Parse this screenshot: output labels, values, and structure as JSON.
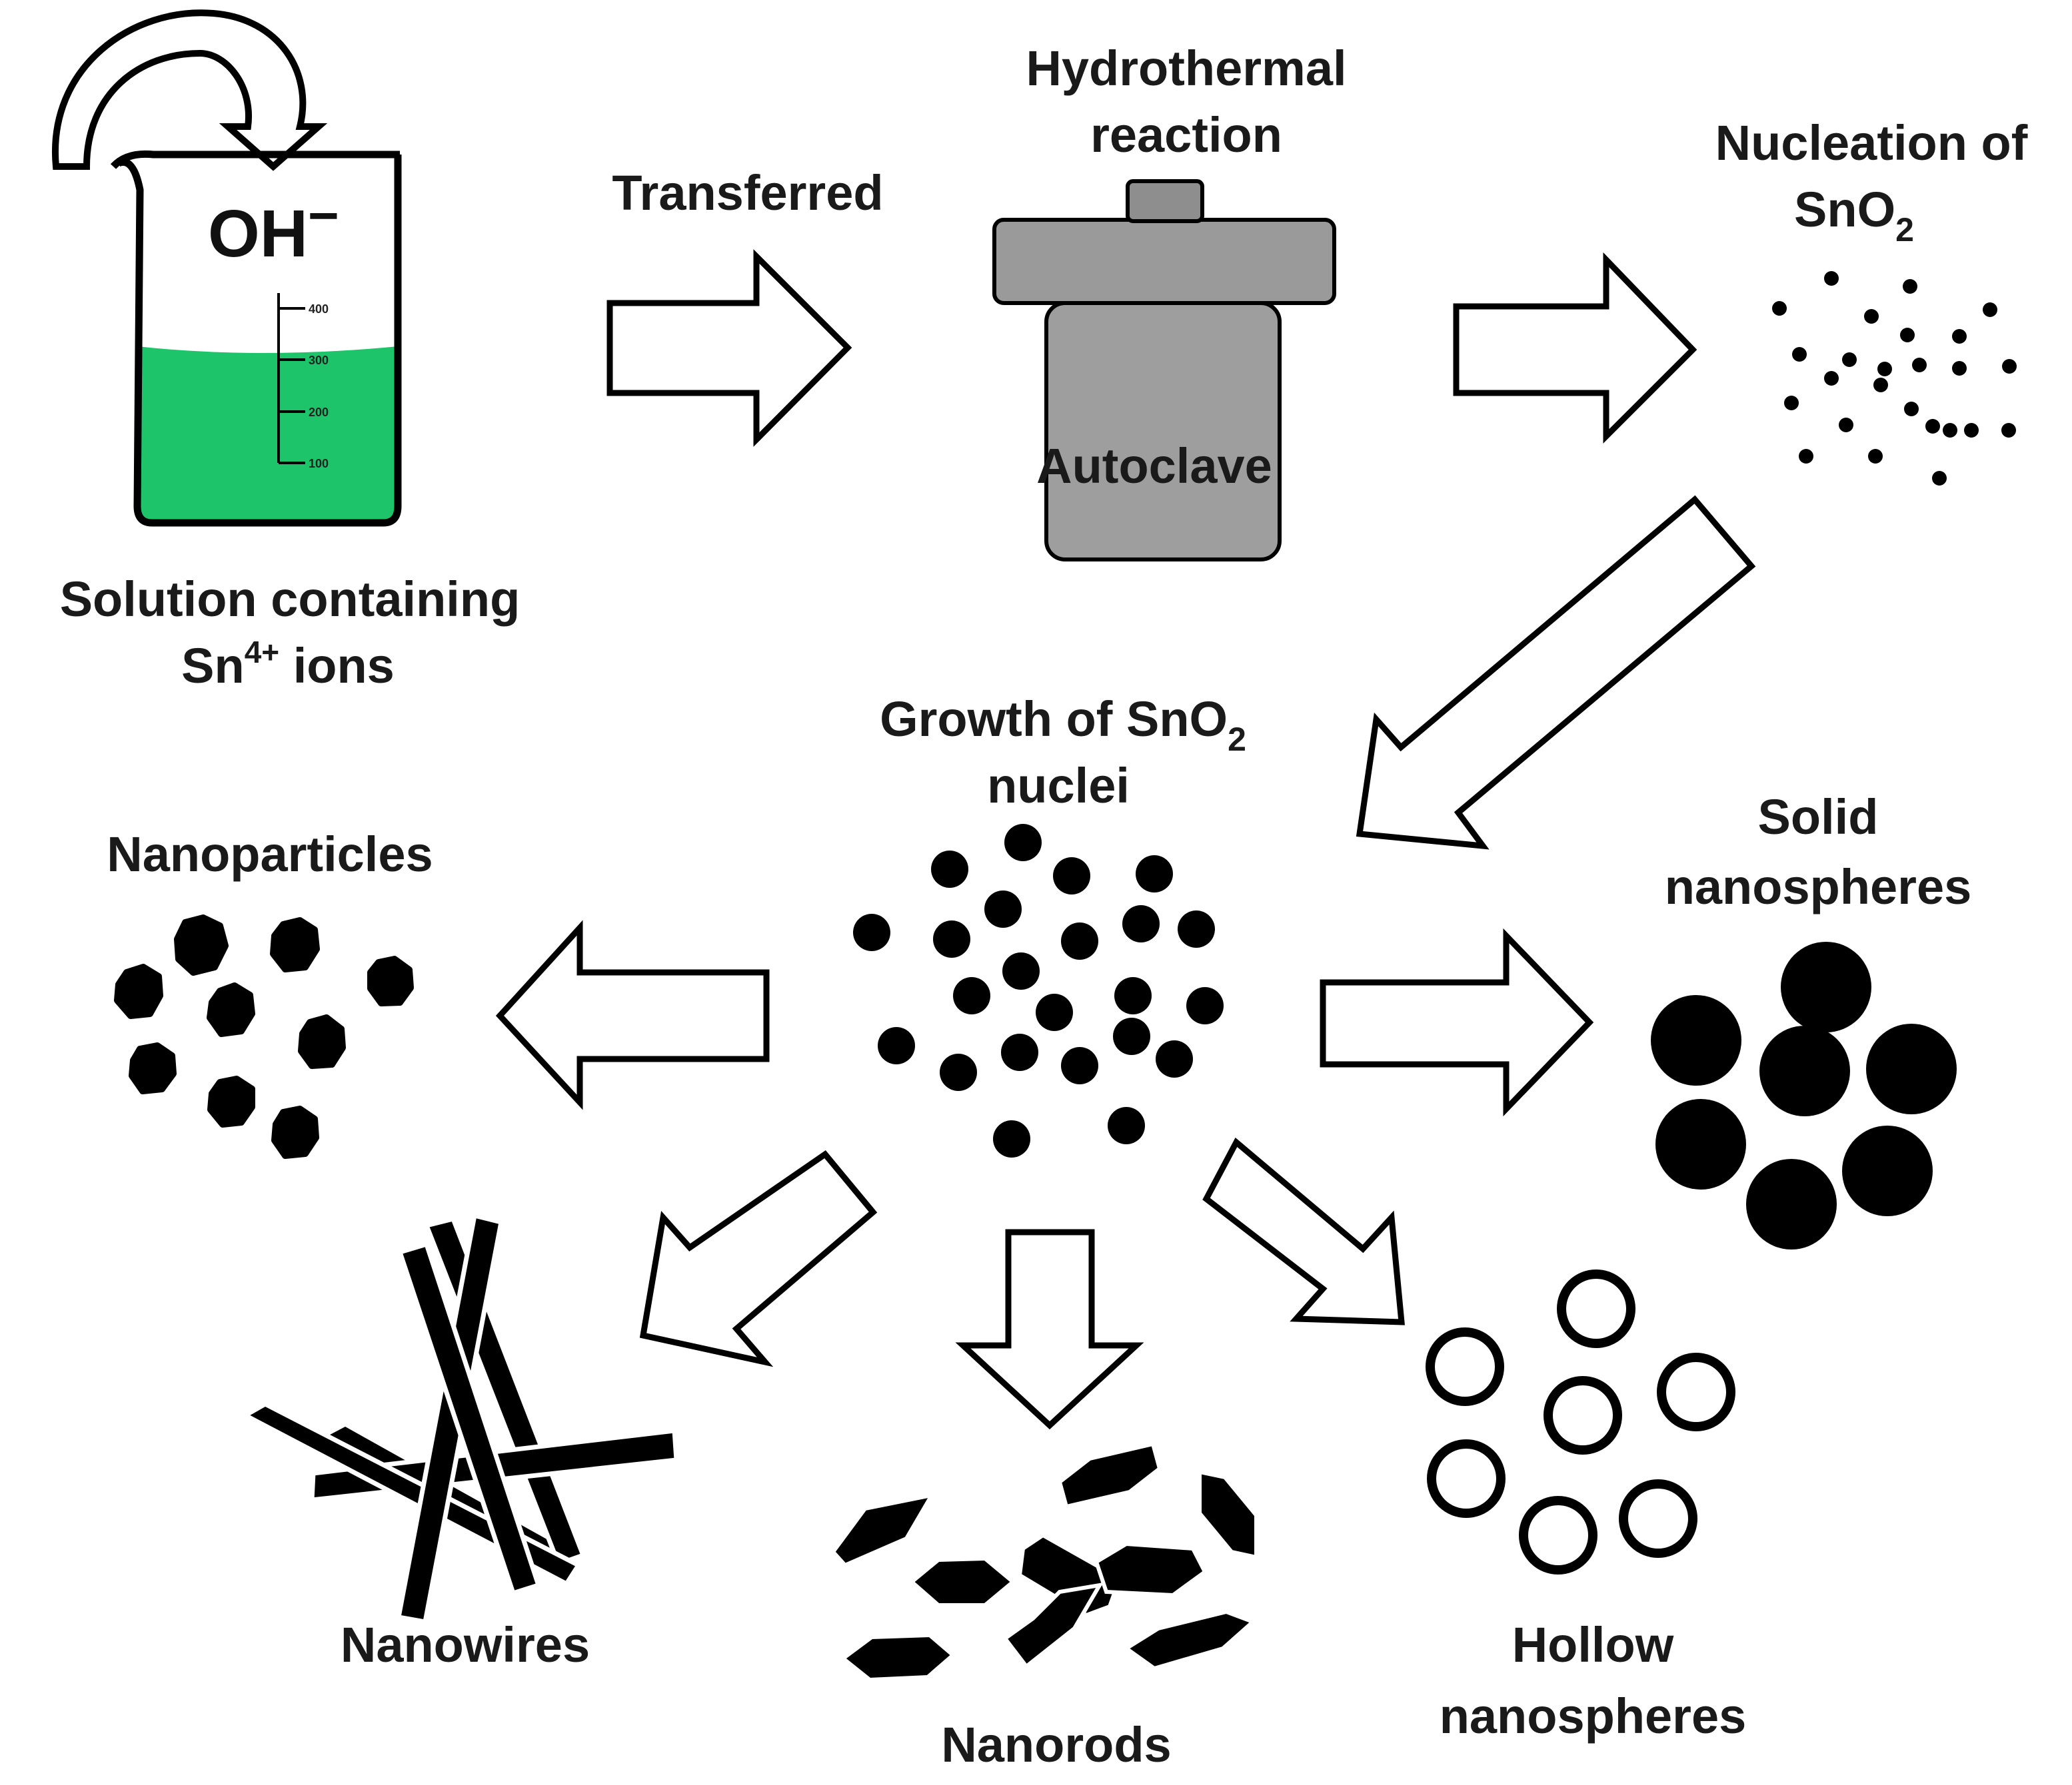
{
  "colors": {
    "solution": "#1ec46a",
    "autoclave": "#9e9e9e",
    "autoclave_cap": "#8e8e8e",
    "ink": "#000000"
  },
  "beaker": {
    "ion": "OH",
    "ion_charge": "−",
    "ticks": [
      "400",
      "300",
      "200",
      "100"
    ]
  },
  "labels": {
    "solution_line1": "Solution containing",
    "solution_line2_pre": "Sn",
    "solution_line2_sup": "4+",
    "solution_line2_post": " ions",
    "transferred": "Transferred",
    "hydro_line1": "Hydrothermal",
    "hydro_line2": "reaction",
    "autoclave": "Autoclave",
    "nucleation_line1": "Nucleation of",
    "nucleation_line2_pre": "SnO",
    "nucleation_line2_sub": "2",
    "growth_line1_pre": "Growth of SnO",
    "growth_line1_sub": "2",
    "growth_line2": "nuclei",
    "nanoparticles": "Nanoparticles",
    "solid_line1": "Solid",
    "solid_line2": "nanospheres",
    "nanowires": "Nanowires",
    "nanorods": "Nanorods",
    "hollow_line1": "Hollow",
    "hollow_line2": "nanospheres"
  }
}
